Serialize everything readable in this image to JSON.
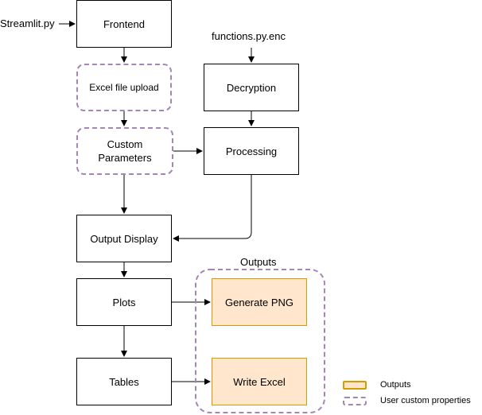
{
  "diagram": {
    "inputs": {
      "streamlit": "Streamlit.py",
      "functions": "functions.py.enc"
    },
    "nodes": {
      "frontend": "Frontend",
      "excel_upload": "Excel file upload",
      "custom_parameters": "Custom Parameters",
      "decryption": "Decryption",
      "processing": "Processing",
      "output_display": "Output Display",
      "plots": "Plots",
      "tables": "Tables",
      "generate_png": "Generate PNG",
      "write_excel": "Write Excel"
    },
    "group_label": "Outputs",
    "legend": {
      "outputs": "Outputs",
      "custom": "User custom properties"
    },
    "colors": {
      "output_fill": "#ffe6cc",
      "output_stroke": "#d79b00",
      "custom_stroke": "#a287b4",
      "line": "#000000"
    }
  }
}
